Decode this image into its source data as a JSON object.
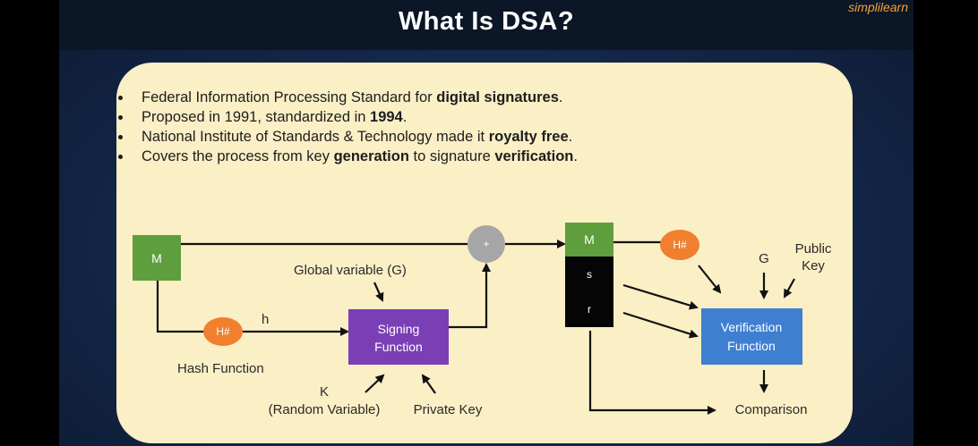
{
  "slide": {
    "title": "What Is DSA?",
    "logo": "simplilearn"
  },
  "bullets": [
    {
      "pre": "Federal Information Processing Standard for ",
      "bold": "digital signatures",
      "post": "."
    },
    {
      "pre": "Proposed in 1991, standardized in ",
      "bold": "1994",
      "post": "."
    },
    {
      "pre": "National Institute of Standards & Technology made it ",
      "bold": "royalty free",
      "post": "."
    },
    {
      "pre": "Covers the process from key ",
      "bold": "generation",
      "mid": " to signature ",
      "bold2": "verification",
      "post": "."
    }
  ],
  "diagram": {
    "message_label": "M",
    "hash_label": "H#",
    "h_label": "h",
    "hash_function_label": "Hash Function",
    "global_variable_label": "Global variable (G)",
    "signing_line1": "Signing",
    "signing_line2": "Function",
    "k_label": "K",
    "random_variable_label": "(Random Variable)",
    "private_key_label": "Private Key",
    "plus_label": "+",
    "stack_m_label": "M",
    "stack_s_label": "s",
    "stack_r_label": "r",
    "hash2_label": "H#",
    "g_label": "G",
    "public_label": "Public",
    "key_label": "Key",
    "verification_line1": "Verification",
    "verification_line2": "Function",
    "comparison_label": "Comparison",
    "colors": {
      "green": "#5e9e3c",
      "orange": "#f07f2e",
      "purple": "#7a3fb5",
      "blue": "#3e7fd0",
      "gray": "#a6a6a6",
      "black": "#050505"
    }
  }
}
